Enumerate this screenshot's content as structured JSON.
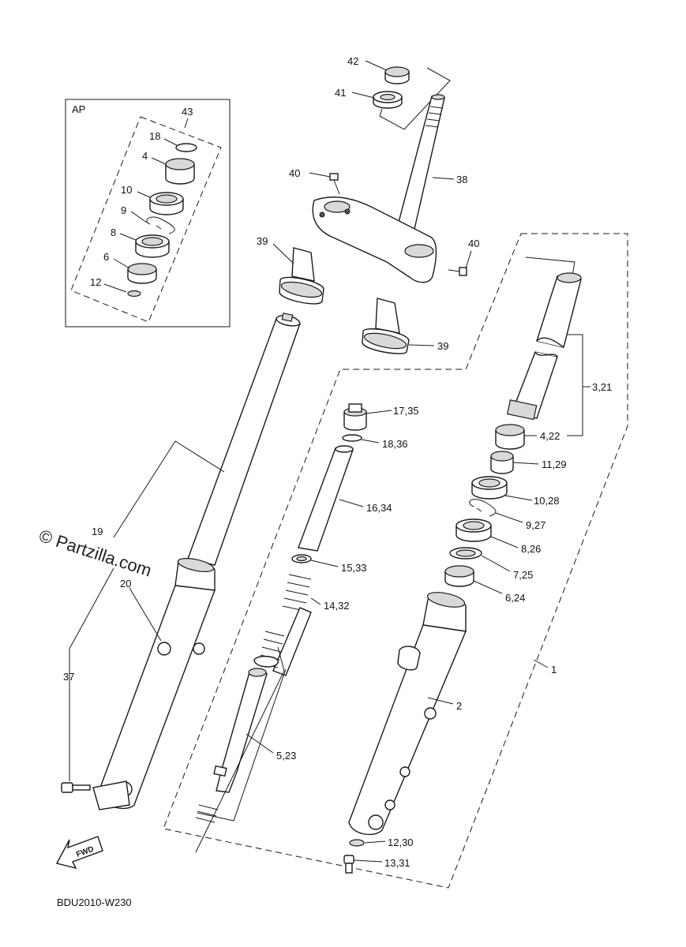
{
  "watermark": "© Partzilla.com",
  "diagram_code": "BDU2010-W230",
  "fwd_label": "FWD",
  "ap_box_label": "AP",
  "callouts": {
    "c1": "1",
    "c2": "2",
    "c3_21": "3,21",
    "c4": "4",
    "c4_22": "4,22",
    "c5_23": "5,23",
    "c6": "6",
    "c6_24": "6,24",
    "c7_25": "7,25",
    "c8": "8",
    "c8_26": "8,26",
    "c9": "9",
    "c9_27": "9,27",
    "c10": "10",
    "c10_28": "10,28",
    "c11_29": "11,29",
    "c12": "12",
    "c12_30": "12,30",
    "c13_31": "13,31",
    "c14_32": "14,32",
    "c15_33": "15,33",
    "c16_34": "16,34",
    "c17_35": "17,35",
    "c18": "18",
    "c18_36": "18,36",
    "c19": "19",
    "c20": "20",
    "c37": "37",
    "c38": "38",
    "c39a": "39",
    "c39b": "39",
    "c40a": "40",
    "c40b": "40",
    "c41": "41",
    "c42": "42",
    "c43": "43"
  }
}
